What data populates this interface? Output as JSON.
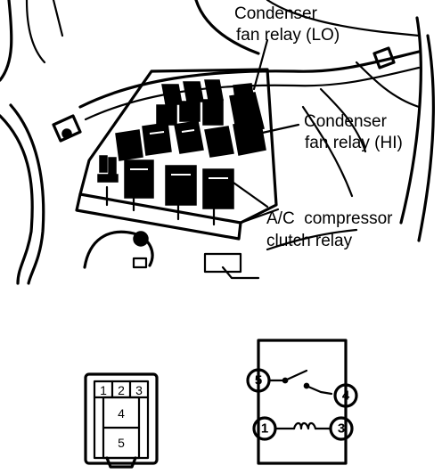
{
  "labels": {
    "fan_relay_lo": [
      "Condenser",
      "fan relay (LO)"
    ],
    "fan_relay_hi": [
      "Condenser",
      "fan relay (HI)"
    ],
    "ac_clutch_relay": [
      "A/C  compressor",
      "clutch relay"
    ]
  },
  "connector": {
    "top_pins": [
      "1",
      "2",
      "3"
    ],
    "pin_middle": "4",
    "pin_bottom": "5"
  },
  "schematic": {
    "terminals": [
      "5",
      "4",
      "1",
      "3"
    ]
  },
  "colors": {
    "ink": "#000000",
    "paper": "#ffffff"
  }
}
